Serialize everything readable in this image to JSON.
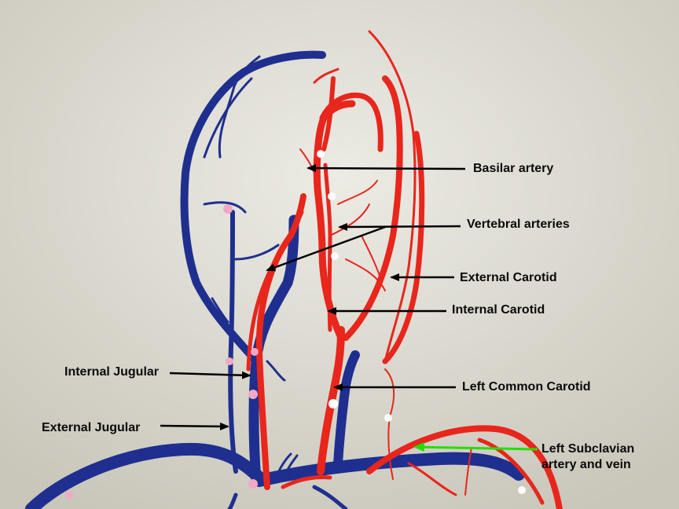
{
  "labels": {
    "basilar": "Basilar artery",
    "vertebral": "Vertebral arteries",
    "external_carotid": "External Carotid",
    "internal_carotid": "Internal Carotid",
    "internal_jugular": "Internal Jugular",
    "left_common_carotid": "Left Common Carotid",
    "external_jugular": "External Jugular",
    "left_subclavian_line1": "Left Subclavian",
    "left_subclavian_line2": "artery and vein"
  },
  "colors": {
    "artery": "#e8261c",
    "vein": "#1f2f8f",
    "arrow": "#000000",
    "highlight_arrow": "#22e000",
    "background": "#dcdad0"
  }
}
